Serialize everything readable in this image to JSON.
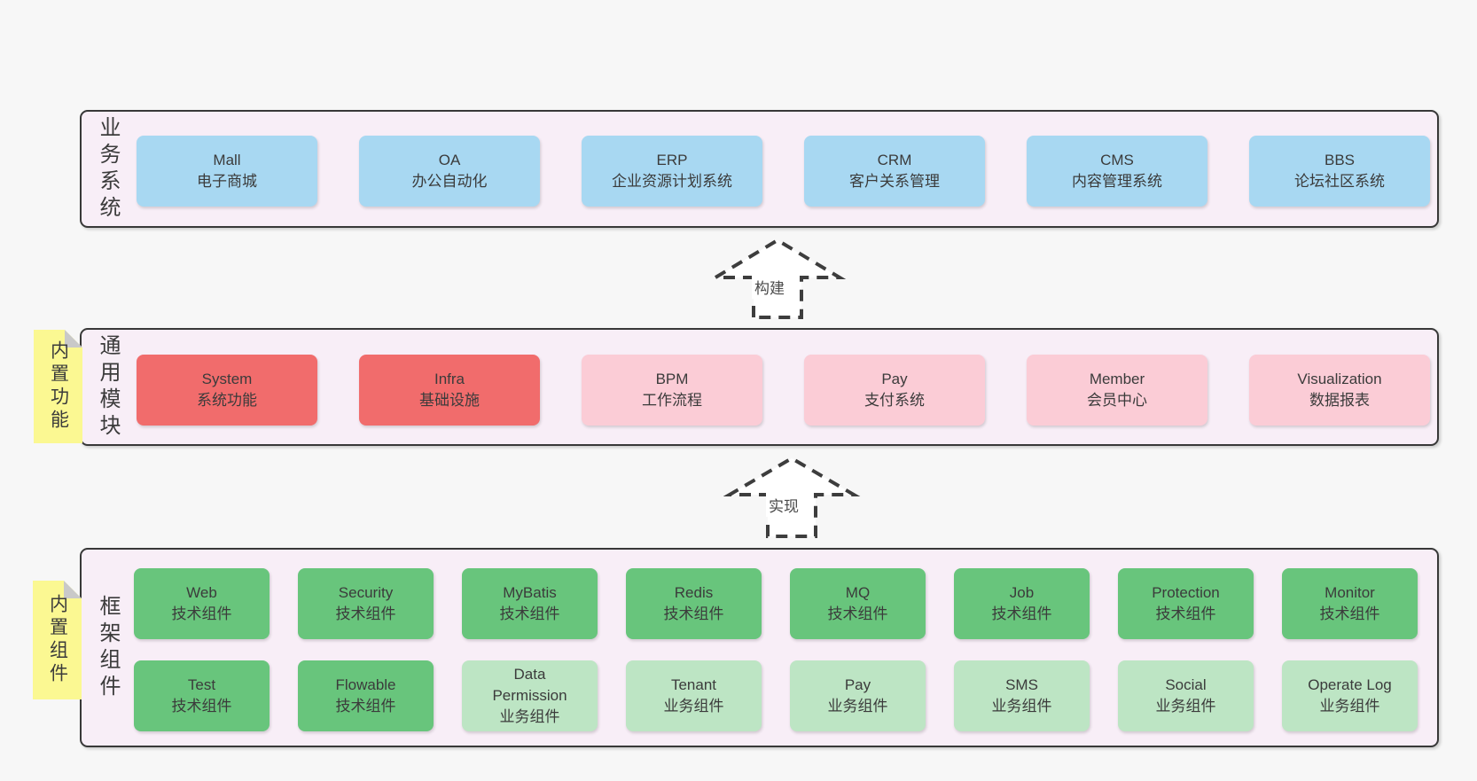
{
  "colors": {
    "page_bg": "#f7f7f7",
    "layer_bg": "#f8eef7",
    "layer_border": "#383838",
    "blue": "#a8d8f2",
    "red": "#f16c6c",
    "pink": "#fbccd6",
    "green": "#68c57c",
    "light_green": "#bde5c4",
    "note_yellow": "#fbf892",
    "note_fold": "#c9c9c9",
    "text": "#3b3b3b"
  },
  "layers": [
    {
      "label": "业务系统",
      "boxes": [
        {
          "title": "Mall",
          "subtitle": "电子商城"
        },
        {
          "title": "OA",
          "subtitle": "办公自动化"
        },
        {
          "title": "ERP",
          "subtitle": "企业资源计划系统"
        },
        {
          "title": "CRM",
          "subtitle": "客户关系管理"
        },
        {
          "title": "CMS",
          "subtitle": "内容管理系统"
        },
        {
          "title": "BBS",
          "subtitle": "论坛社区系统"
        }
      ]
    },
    {
      "label": "通用模块",
      "note": "内置功能",
      "boxes": [
        {
          "title": "System",
          "subtitle": "系统功能"
        },
        {
          "title": "Infra",
          "subtitle": "基础设施"
        },
        {
          "title": "BPM",
          "subtitle": "工作流程"
        },
        {
          "title": "Pay",
          "subtitle": "支付系统"
        },
        {
          "title": "Member",
          "subtitle": "会员中心"
        },
        {
          "title": "Visualization",
          "subtitle": "数据报表"
        }
      ]
    },
    {
      "label": "框架组件",
      "note": "内置组件",
      "boxes": [
        {
          "title": "Web",
          "subtitle": "技术组件"
        },
        {
          "title": "Security",
          "subtitle": "技术组件"
        },
        {
          "title": "MyBatis",
          "subtitle": "技术组件"
        },
        {
          "title": "Redis",
          "subtitle": "技术组件"
        },
        {
          "title": "MQ",
          "subtitle": "技术组件"
        },
        {
          "title": "Job",
          "subtitle": "技术组件"
        },
        {
          "title": "Protection",
          "subtitle": "技术组件"
        },
        {
          "title": "Monitor",
          "subtitle": "技术组件"
        },
        {
          "title": "Test",
          "subtitle": "技术组件"
        },
        {
          "title": "Flowable",
          "subtitle": "技术组件"
        },
        {
          "title": "Data\nPermission",
          "subtitle": "业务组件"
        },
        {
          "title": "Tenant",
          "subtitle": "业务组件"
        },
        {
          "title": "Pay",
          "subtitle": "业务组件"
        },
        {
          "title": "SMS",
          "subtitle": "业务组件"
        },
        {
          "title": "Social",
          "subtitle": "业务组件"
        },
        {
          "title": "Operate Log",
          "subtitle": "业务组件"
        }
      ]
    }
  ],
  "arrows": [
    {
      "label": "构建"
    },
    {
      "label": "实现"
    }
  ]
}
